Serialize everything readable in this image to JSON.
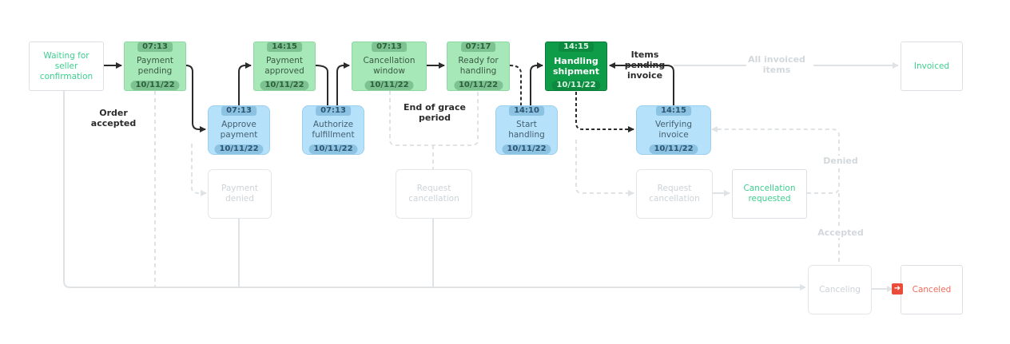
{
  "nodes": {
    "waiting": {
      "label": "Waiting for seller confirmation"
    },
    "payment_pending": {
      "label": "Payment pending",
      "time": "07:13",
      "date": "10/11/22"
    },
    "approve_payment": {
      "label": "Approve payment",
      "time": "07:13",
      "date": "10/11/22"
    },
    "payment_approved": {
      "label": "Payment approved",
      "time": "14:15",
      "date": "10/11/22"
    },
    "authorize_fulfillment": {
      "label": "Authorize fulfillment",
      "time": "07:13",
      "date": "10/11/22"
    },
    "cancellation_window": {
      "label": "Cancellation window",
      "time": "07:13",
      "date": "10/11/22"
    },
    "ready_for_handling": {
      "label": "Ready for handling",
      "time": "07:17",
      "date": "10/11/22"
    },
    "start_handling": {
      "label": "Start handling",
      "time": "14:10",
      "date": "10/11/22"
    },
    "handling_shipment": {
      "label": "Handling shipment",
      "time": "14:15",
      "date": "10/11/22"
    },
    "verifying_invoice": {
      "label": "Verifying invoice",
      "time": "14:15",
      "date": "10/11/22"
    },
    "invoiced": {
      "label": "Invoiced"
    },
    "payment_denied": {
      "label": "Payment denied"
    },
    "request_cancellation_1": {
      "label": "Request cancellation"
    },
    "request_cancellation_2": {
      "label": "Request cancellation"
    },
    "cancellation_requested": {
      "label": "Cancellation requested"
    },
    "canceling": {
      "label": "Canceling"
    },
    "canceled": {
      "label": "Canceled"
    }
  },
  "edge_labels": {
    "order_accepted": "Order accepted",
    "end_of_grace_period": "End of grace period",
    "items_pending_invoice": "Items pending invoice",
    "all_invoiced_items": "All invoiced items",
    "denied": "Denied",
    "accepted": "Accepted"
  },
  "colors": {
    "active_edge": "#2b2b2b",
    "inactive_edge": "#dfe3e6",
    "completed_state": "#a7e8b8",
    "current_state": "#0f9c48",
    "action_state": "#b6e1fb",
    "waiting_text": "#3ccf8e",
    "canceled_text": "#ee6b5d"
  }
}
